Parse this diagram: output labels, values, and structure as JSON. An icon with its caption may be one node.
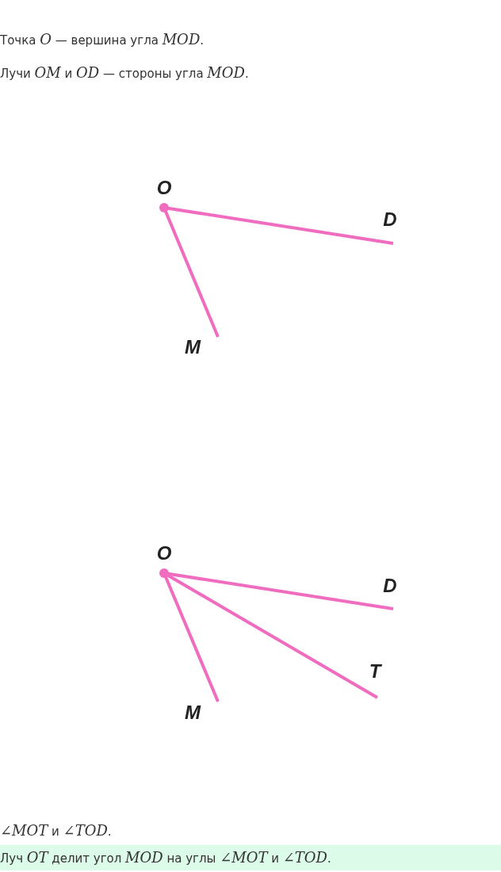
{
  "diagram": {
    "nodes": [
      {
        "text": [
          "O"
        ]
      },
      {
        "text": [
          "D"
        ]
      },
      {
        "text": [
          "M"
        ]
      },
      {
        "text": [
          "O"
        ]
      },
      {
        "text": [
          "D"
        ]
      },
      {
        "text": [
          "T"
        ]
      },
      {
        "text": [
          "M"
        ]
      },
      {
        "text": [
          "Луч *OT* делит угол *MOD* на углы *∠MOT* и *∠TOD*."
        ]
      }
    ],
    "edges": [
      {
        "from": 0,
        "to": 1,
        "arrow": "none"
      },
      {
        "from": 0,
        "to": 2,
        "arrow": "none"
      },
      {
        "from": 3,
        "to": 4,
        "arrow": "none"
      },
      {
        "from": 3,
        "to": 5,
        "arrow": "none"
      },
      {
        "from": 3,
        "to": 6,
        "arrow": "none"
      }
    ],
    "labels": [
      "Точка *O* — вершина угла *MOD*.",
      "Лучи *OM* и *OD* — стороны угла *MOD*.",
      "*∠MOT* и *∠TOD*."
    ]
  }
}
